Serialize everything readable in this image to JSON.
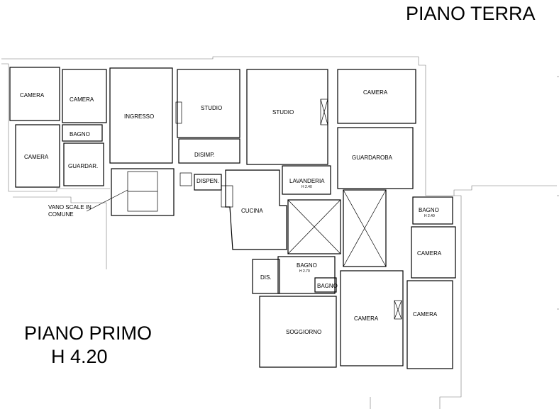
{
  "titles": {
    "ground_floor": "PIANO TERRA",
    "floor": "PIANO PRIMO",
    "height": "H 4.20"
  },
  "rooms": {
    "camera_nw1": "CAMERA",
    "camera_n2": "CAMERA",
    "bagno_n": "BAGNO",
    "camera_w": "CAMERA",
    "guardar": "GUARDAR.",
    "ingresso": "INGRESSO",
    "studio_1": "STUDIO",
    "disimp": "DISIMP.",
    "studio_2": "STUDIO",
    "camera_ne": "CAMERA",
    "guardaroba": "GUARDAROBA",
    "dispensa": "DISPEN.",
    "lavanderia": "LAVANDERIA",
    "lavanderia_h": "H 2.40",
    "cucina": "CUCINA",
    "vano_scale_1": "VANO SCALE IN",
    "vano_scale_2": "COMUNE",
    "bagno_e": "BAGNO",
    "bagno_e_h": "H 2.40",
    "camera_e1": "CAMERA",
    "camera_e2": "CAMERA",
    "dis": "DIS.",
    "bagno_c": "BAGNO",
    "bagno_c_h": "H 2.70",
    "bagno_small": "BAGNO",
    "soggiorno": "SOGGIORNO",
    "camera_s": "CAMERA"
  }
}
